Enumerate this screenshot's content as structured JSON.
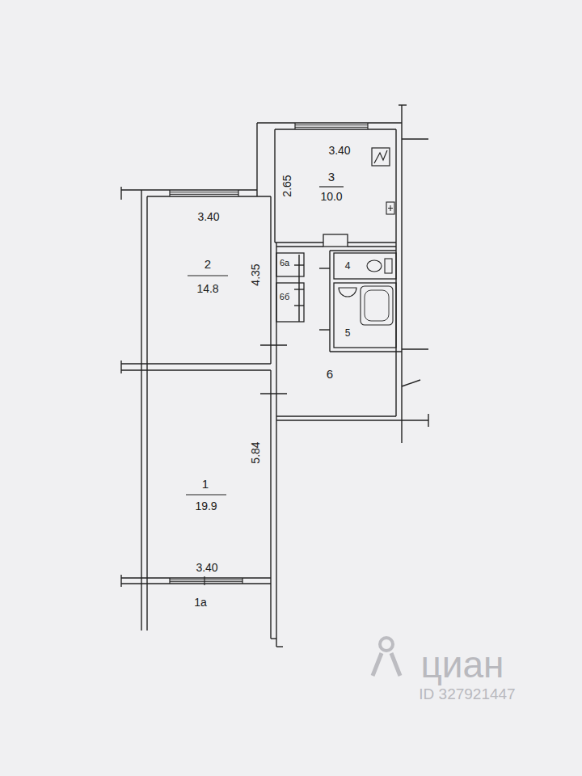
{
  "diagram": {
    "nodes": [
      {
        "text": [
          "3",
          "10.0"
        ]
      },
      {
        "text": [
          "2",
          "14.8"
        ]
      },
      {
        "text": [
          "6а"
        ]
      },
      {
        "text": [
          "4"
        ]
      },
      {
        "text": [
          "6б"
        ]
      },
      {
        "text": [
          "5"
        ]
      },
      {
        "text": [
          "6"
        ]
      },
      {
        "text": [
          "1",
          "19.9"
        ]
      },
      {
        "text": [
          "1а"
        ]
      }
    ],
    "labels": [
      "3.40",
      "2.65",
      "3.40",
      "4.35",
      "5.84",
      "3.40",
      "циан",
      "ID 327921447"
    ]
  }
}
